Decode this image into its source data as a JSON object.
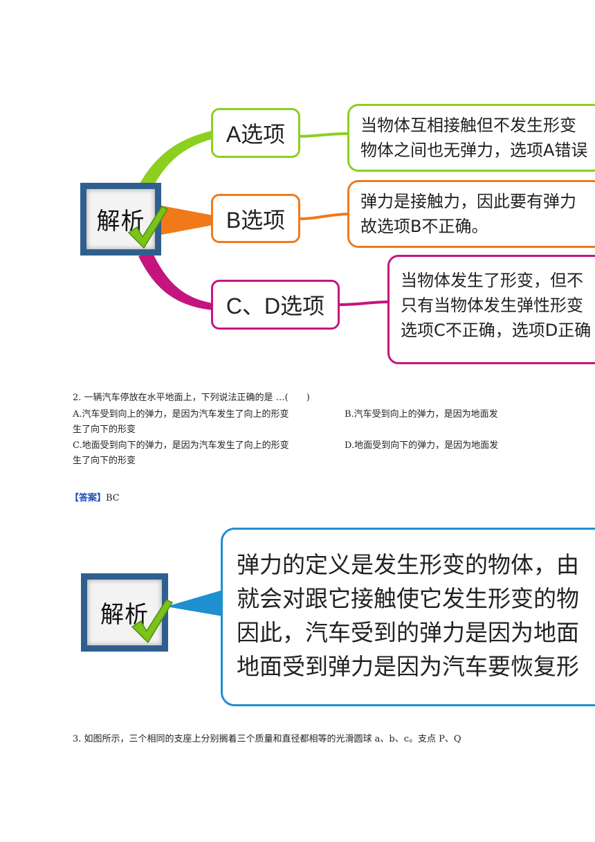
{
  "mindmap1": {
    "badge_label": "解析",
    "options": [
      {
        "label": "A选项",
        "lines": [
          "当物体互相接触但不发生形变",
          "物体之间也无弹力，选项A错误"
        ],
        "color": "#8ccf1e"
      },
      {
        "label": "B选项",
        "lines": [
          "弹力是接触力，因此要有弹力",
          "故选项B不正确。"
        ],
        "color": "#f07a1a"
      },
      {
        "label": "C、D选项",
        "lines": [
          "当物体发生了形变，但不",
          "只有当物体发生弹性形变",
          "选项C不正确，选项D正确"
        ],
        "color": "#c4157f"
      }
    ]
  },
  "question2": {
    "stem": "2. 一辆汽车停放在水平地面上，下列说法正确的是 …(　　)",
    "choice_a": "A.汽车受到向上的弹力，是因为汽车发生了向上的形变",
    "choice_b": "B.汽车受到向上的弹力，是因为地面发",
    "choice_b_cont": "生了向下的形变",
    "choice_c": "C.地面受到向下的弹力，是因为汽车发生了向上的形变",
    "choice_d": "D.地面受到向下的弹力，是因为地面发",
    "choice_d_cont": "生了向下的形变",
    "answer_tag": "【答案】",
    "answer_value": "BC"
  },
  "mindmap2": {
    "badge_label": "解析",
    "color": "#1e8fd0",
    "lines": [
      "弹力的定义是发生形变的物体，由",
      "就会对跟它接触使它发生形变的物",
      "因此，汽车受到的弹力是因为地面",
      "地面受到弹力是因为汽车要恢复形"
    ]
  },
  "question3": {
    "stem": "3. 如图所示，三个相同的支座上分别搁着三个质量和直径都相等的光滑圆球 a、b、c。支点 P、Q"
  }
}
